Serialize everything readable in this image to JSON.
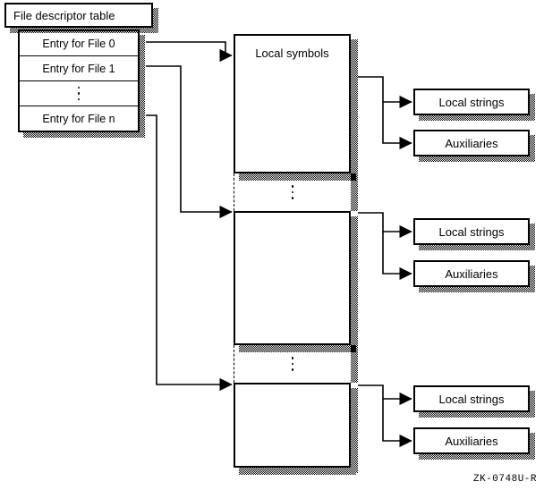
{
  "figure": {
    "caption": "ZK-0748U-R",
    "accent": "#000000",
    "background": "#ffffff"
  },
  "file_descriptor_table": {
    "title": "File descriptor table",
    "rows": [
      {
        "label": "Entry for File 0",
        "kind": "entry"
      },
      {
        "label": "Entry for File 1",
        "kind": "entry"
      },
      {
        "label": "",
        "kind": "ellipsis"
      },
      {
        "label": "Entry for File n",
        "kind": "entry"
      }
    ]
  },
  "symbol_tables": [
    {
      "label": "Local symbols"
    },
    {
      "label": ""
    },
    {
      "label": ""
    }
  ],
  "ellipsis_separators": [
    {
      "label": ""
    },
    {
      "label": ""
    }
  ],
  "leaf_groups": [
    {
      "items": [
        {
          "label": "Local strings"
        },
        {
          "label": "Auxiliaries"
        }
      ]
    },
    {
      "items": [
        {
          "label": "Local strings"
        },
        {
          "label": "Auxiliaries"
        }
      ]
    },
    {
      "items": [
        {
          "label": "Local strings"
        },
        {
          "label": "Auxiliaries"
        }
      ]
    }
  ]
}
